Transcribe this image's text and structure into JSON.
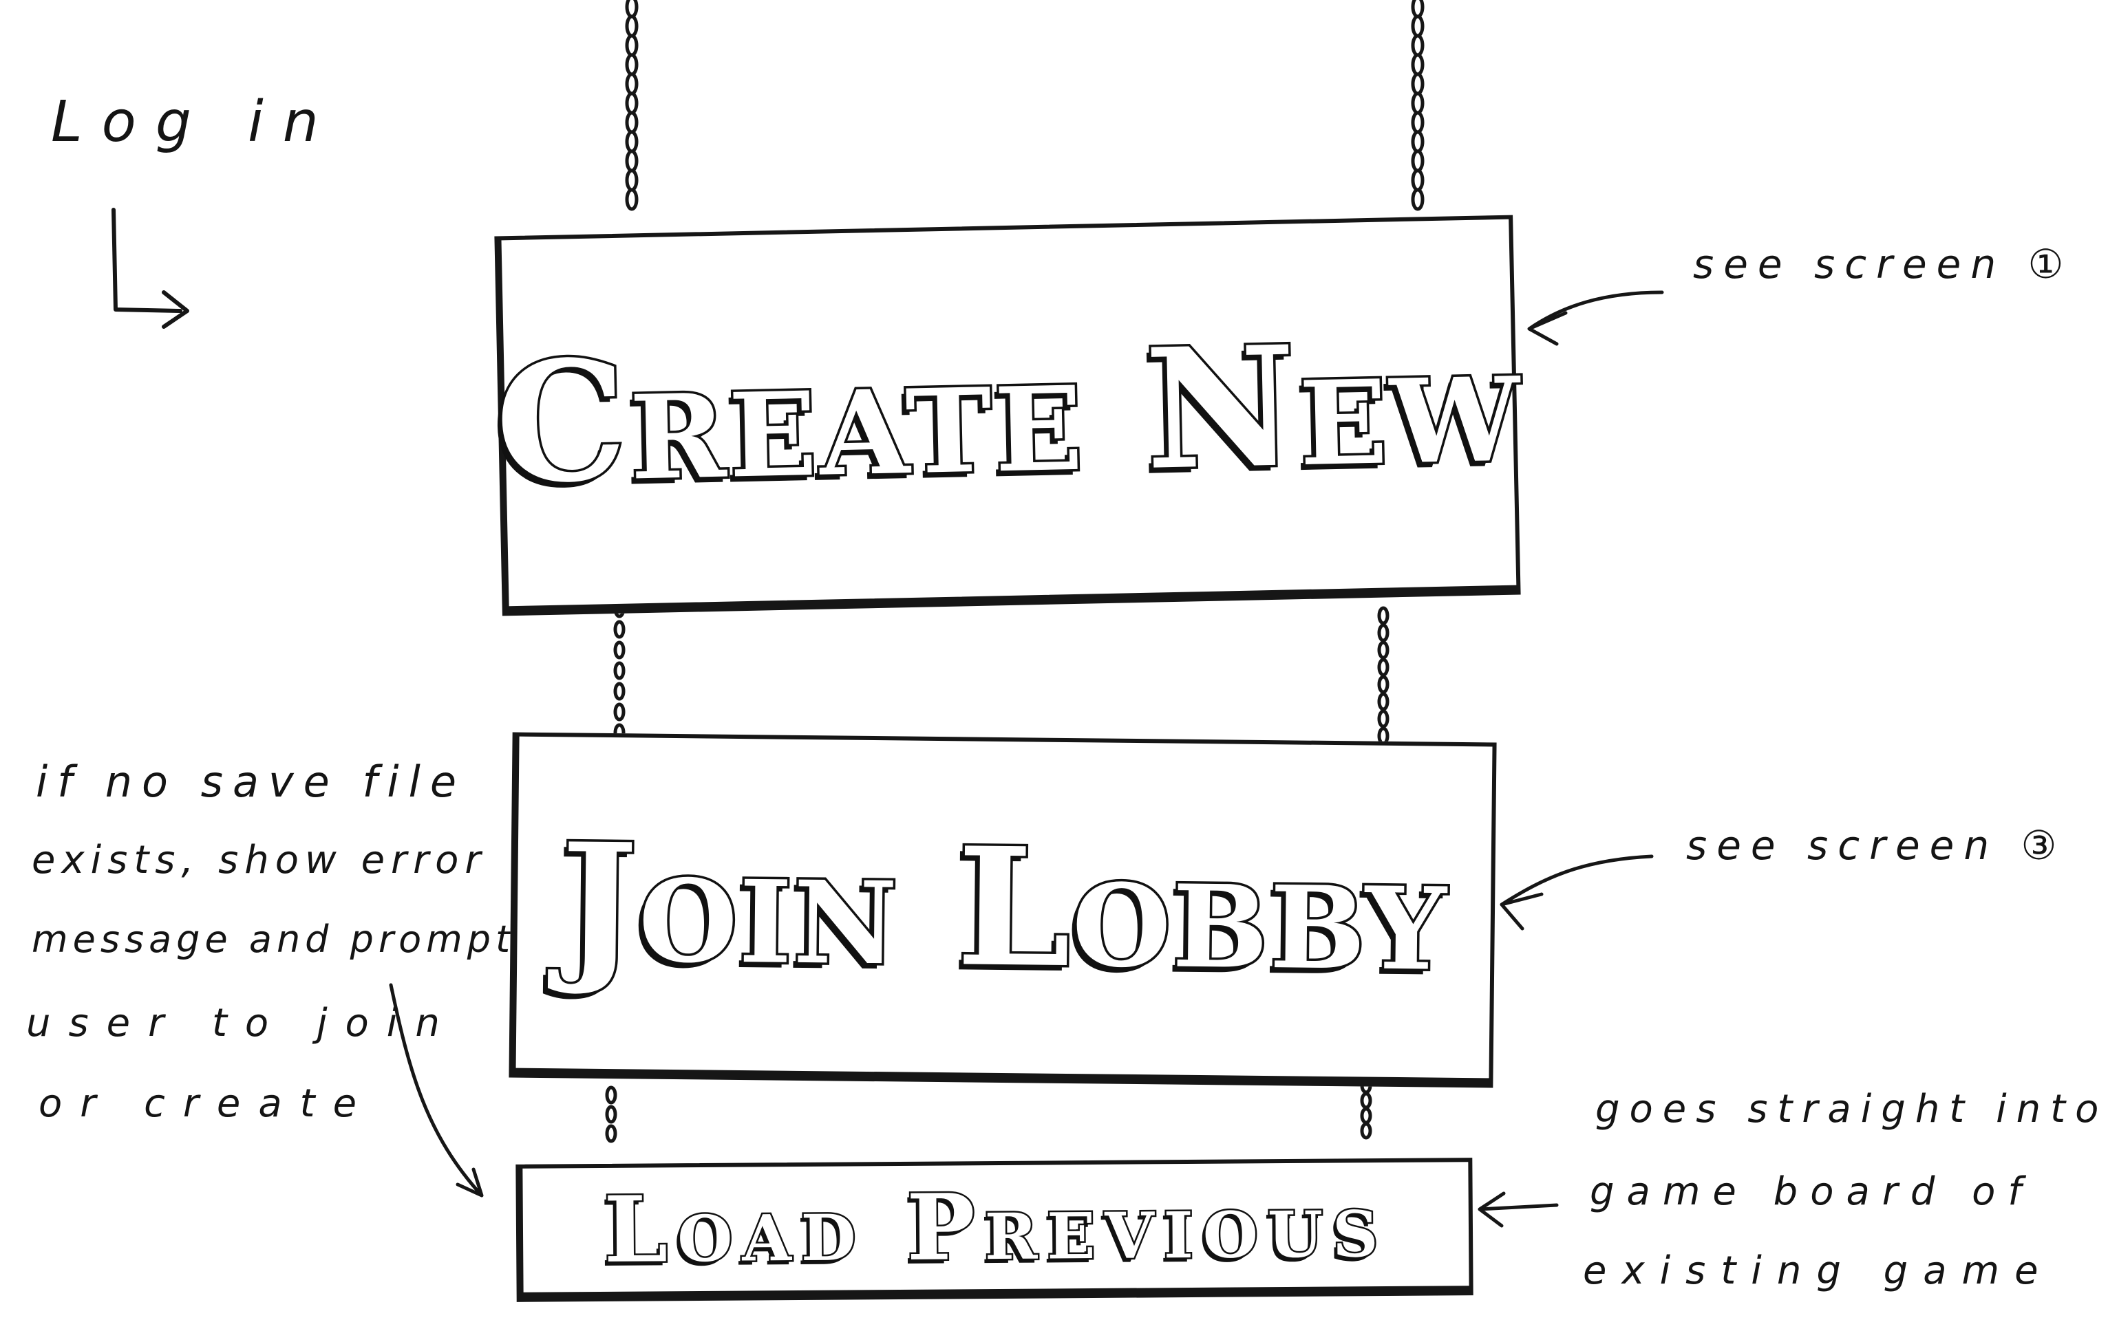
{
  "notes": {
    "login": "Log in",
    "create_ref": "see screen ①",
    "join_ref": "see screen ③",
    "no_save": [
      "if no save file",
      "exists, show error",
      "message and prompt",
      "user to join",
      "or create"
    ],
    "load_ref": [
      "goes straight into",
      "game board of",
      "existing game"
    ]
  },
  "buttons": {
    "create_new": "Create New",
    "join_lobby": "Join Lobby",
    "load_previous": "Load Previous"
  }
}
